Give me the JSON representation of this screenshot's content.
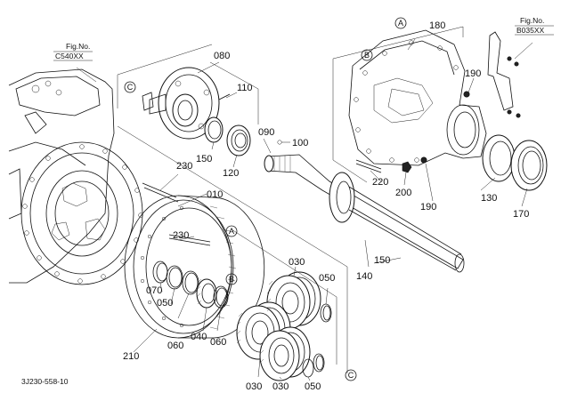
{
  "figure_code": "3J230-558-10",
  "fig_refs": [
    {
      "title": "Fig.No.",
      "code": "C540XX"
    },
    {
      "title": "Fig.No.",
      "code": "B035XX"
    }
  ],
  "markers": [
    "A",
    "B",
    "C"
  ],
  "part_labels": [
    "010",
    "030",
    "030",
    "030",
    "040",
    "050",
    "050",
    "050",
    "060",
    "060",
    "070",
    "080",
    "090",
    "100",
    "110",
    "120",
    "130",
    "140",
    "150",
    "150",
    "170",
    "180",
    "190",
    "190",
    "200",
    "210",
    "220",
    "230",
    "230"
  ]
}
